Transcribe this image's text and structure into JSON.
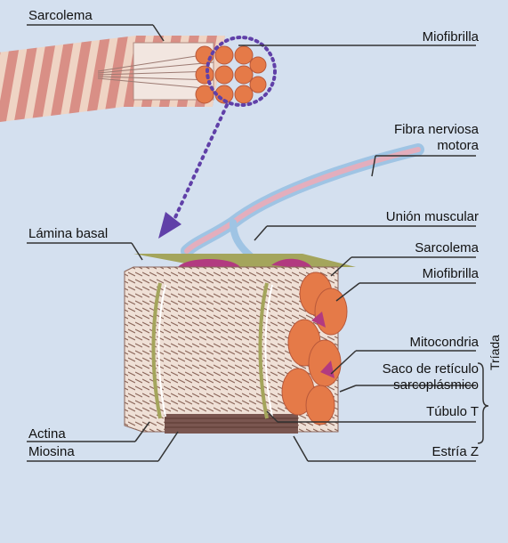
{
  "labels": {
    "sarcolema_top": "Sarcolema",
    "miofibrilla_top": "Miofibrilla",
    "fibra_line1": "Fibra nerviosa",
    "fibra_line2": "motora",
    "lamina_basal": "Lámina basal",
    "union_muscular": "Unión muscular",
    "sarcolema": "Sarcolema",
    "miofibrilla": "Miofibrilla",
    "mitocondria": "Mitocondria",
    "saco_line1": "Saco de retículo",
    "saco_line2": "sarcoplásmico",
    "tubulo_t": "Túbulo  T",
    "triada": "Tríada",
    "actina": "Actina",
    "miosina": "Miosina",
    "estria_z": "Estría Z"
  },
  "colors": {
    "background": "#d4e0ef",
    "fiber_pink": "#d98f86",
    "fiber_light": "#efd4c4",
    "myofibril_orange": "#e57a48",
    "nerve_blue": "#9fc4e4",
    "nerve_pink": "#e3aebd",
    "magenta": "#b23a80",
    "arrow_purple": "#6040a8",
    "lamina_olive": "#a4a55c"
  }
}
